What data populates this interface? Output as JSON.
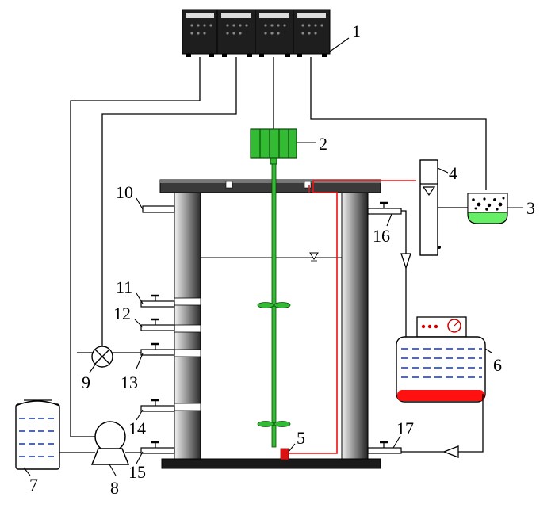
{
  "labels": {
    "l1": "1",
    "l2": "2",
    "l3": "3",
    "l4": "4",
    "l5": "5",
    "l6": "6",
    "l7": "7",
    "l8": "8",
    "l9": "9",
    "l10": "10",
    "l11": "11",
    "l12": "12",
    "l13": "13",
    "l14": "14",
    "l15": "15",
    "l16": "16",
    "l17": "17"
  },
  "colors": {
    "line": "#000000",
    "stirrer": "#22aa22",
    "heater_loop": "#ee1111",
    "water": "#1133cc",
    "reservoir_bottom": "#ff1111",
    "controller": "#222222",
    "sensor_tank": "#66ee66"
  },
  "icons": {
    "controller": "control-box-icon",
    "motor": "motor-icon",
    "pump": "peristaltic-pump-icon",
    "valve": "flow-valve-icon",
    "flowmeter": "gas-flowmeter-icon",
    "bath": "water-bath-icon"
  }
}
